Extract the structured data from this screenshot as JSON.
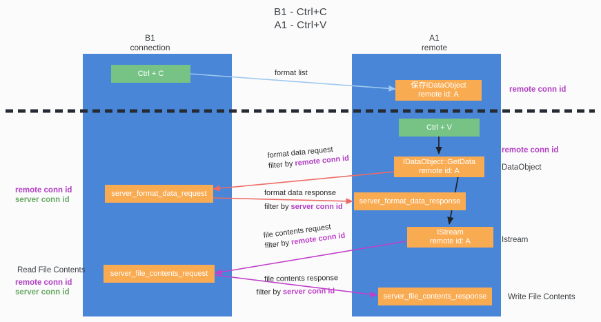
{
  "title": {
    "line1": "B1 - Ctrl+C",
    "line2": "A1 - Ctrl+V"
  },
  "columns": [
    {
      "id": "b1",
      "name": "B1",
      "role": "connection"
    },
    {
      "id": "a1",
      "name": "A1",
      "role": "remote"
    }
  ],
  "nodes": {
    "ctrl_c": {
      "line1": "Ctrl + C",
      "line2": ""
    },
    "store_idataobject": {
      "line1": "保存IDataObject",
      "line2": "remote id: A"
    },
    "ctrl_v": {
      "line1": "Ctrl + V",
      "line2": ""
    },
    "idataobject_getdata": {
      "line1": "IDataObject::GetData",
      "line2": "remote id: A"
    },
    "server_format_data_request": {
      "line1": "server_format_data_request",
      "line2": ""
    },
    "server_format_data_response": {
      "line1": "server_format_data_response",
      "line2": ""
    },
    "istream": {
      "line1": "IStream",
      "line2": "remote id: A"
    },
    "server_file_contents_request": {
      "line1": "server_file_contents_request",
      "line2": ""
    },
    "server_file_contents_response": {
      "line1": "server_file_contents_response",
      "line2": ""
    }
  },
  "edge_labels": {
    "format_list": {
      "line1": "format list",
      "line2": "",
      "line2_hl": ""
    },
    "format_data_request": {
      "line1": "format data request",
      "line2": "filter by ",
      "line2_hl": "remote conn id"
    },
    "format_data_response": {
      "line1": "format data response",
      "line2": "filter by ",
      "line2_hl": "server conn id"
    },
    "file_contents_request": {
      "line1": "file contents request",
      "line2": "filter by ",
      "line2_hl": "remote conn id"
    },
    "file_contents_response": {
      "line1": "file contents response",
      "line2": "filter by ",
      "line2_hl": "server conn id"
    }
  },
  "annotations": {
    "right_top_conn": "remote conn id",
    "right_mid_conn": "remote conn id",
    "right_dataobject": "DataObject",
    "right_istream": "Istream",
    "right_write_file": "Write File Contents",
    "left_mid_remote": "remote conn id",
    "left_mid_server": "server conn id",
    "left_read_file": "Read File Contents",
    "left_low_remote": "remote conn id",
    "left_low_server": "server conn id"
  },
  "colors": {
    "lane": "#4a86d8",
    "node_orange": "#f9ab52",
    "node_green": "#77c386",
    "purple": "#b03fc0",
    "green_text": "#6aaa64",
    "arrow_blue": "#9fc8ef",
    "arrow_red": "#ed6b65",
    "arrow_magenta": "#c040c8",
    "arrow_black": "#202124",
    "background": "#fbfbfc"
  }
}
